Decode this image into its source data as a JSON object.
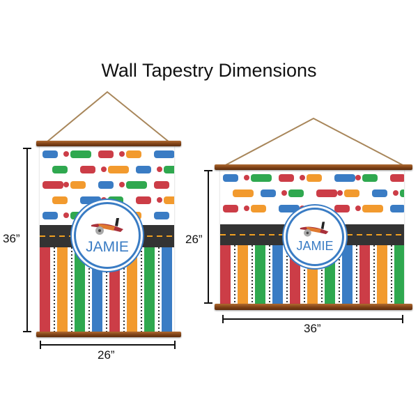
{
  "title": "Wall Tapestry Dimensions",
  "personalized_name": "JAMIE",
  "tapestries": [
    {
      "orientation": "portrait",
      "height_label": "36”",
      "width_label": "26”"
    },
    {
      "orientation": "landscape",
      "height_label": "26”",
      "width_label": "36”"
    }
  ],
  "colors": {
    "stripe_red": "#cc3d47",
    "stripe_orange": "#f29a2e",
    "stripe_green": "#2fa84f",
    "stripe_blue": "#3a7cc4",
    "road": "#333333",
    "wood": "#8a4a1c",
    "badge_blue": "#3a7cc4"
  },
  "icons": [
    "airplane-icon",
    "car-icon",
    "bus-icon",
    "helicopter-icon",
    "taxi-icon",
    "traffic-light-icon",
    "stop-sign-icon"
  ]
}
